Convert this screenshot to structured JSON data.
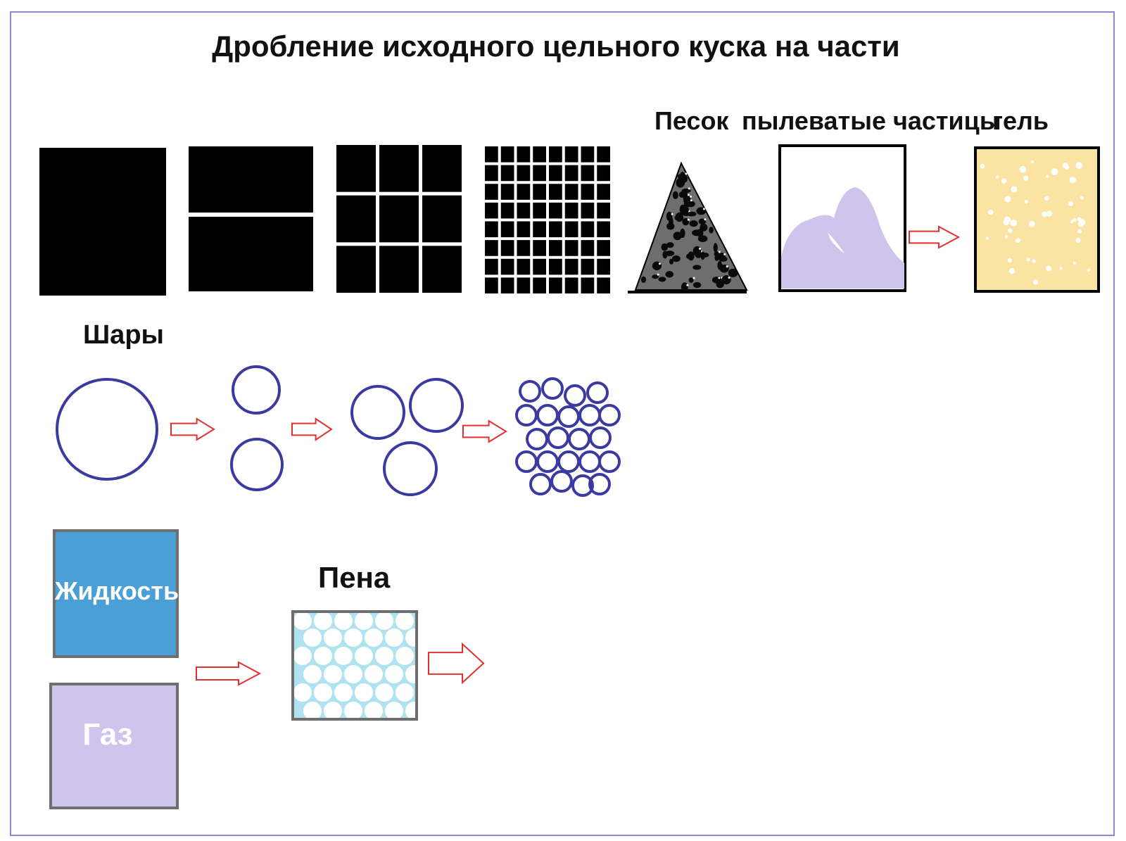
{
  "title": "Дробление исходного цельного куска на части",
  "labels": {
    "sand": "Песок",
    "dust": "пылеватые частицы",
    "gel": "гель",
    "balls": "Шары",
    "foam": "Пена",
    "liquid": "Жидкость",
    "gas": "Газ"
  },
  "colors": {
    "frame": "#8a8ad0",
    "circle_stroke": "#3a3aa0",
    "arrow_stroke": "#e03030",
    "sand_fill": "#6e6e6e",
    "dust_fill": "#cfc4ec",
    "gel_fill": "#fbe3a3",
    "liquid_fill": "#4aa0d6",
    "gas_fill": "#cfc4ec",
    "foam_fill": "#aee3ef"
  },
  "icons": [
    "right-arrow-icon"
  ]
}
